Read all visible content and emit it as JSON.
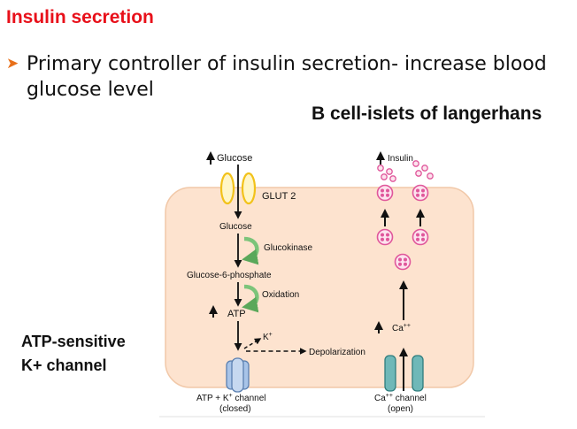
{
  "slide": {
    "title": "Insulin secretion",
    "bullet": "Primary controller of insulin secretion- increase blood glucose level",
    "cell_heading": "B cell-islets of langerhans",
    "side_label_line1": "ATP-sensitive",
    "side_label_line2": "K+ channel"
  },
  "diagram": {
    "glucose_outside": "Glucose",
    "transporter": "GLUT 2",
    "glucose_inside": "Glucose",
    "step1": "Glucokinase",
    "g6p": "Glucose-6-phosphate",
    "step2": "Oxidation",
    "atp": "ATP",
    "k_ion": "K",
    "k_charge": "+",
    "depolarization": "Depolarization",
    "atp_k_channel_line1": "ATP + K",
    "atp_k_channel_charge": "+",
    "atp_k_channel_line1_end": " channel",
    "atp_k_channel_line2": "(closed)",
    "ca_ion": "Ca",
    "ca_charge": "++",
    "ca_channel_line1": "Ca",
    "ca_channel_charge": "++",
    "ca_channel_line1_end": " channel",
    "ca_channel_line2": "(open)",
    "insulin": "Insulin"
  },
  "colors": {
    "title_red": "#e8101a",
    "bullet_arrow": "#e8701a",
    "cell_fill": "#fde3cf",
    "cell_stroke": "#f1c8a8",
    "glut_yellow": "#f2c21a",
    "green_arrow": "#7cc47a",
    "k_channel_blue": "#a8c4e8",
    "ca_channel_teal": "#6fb8b8",
    "insulin_pink": "#e0579b"
  }
}
